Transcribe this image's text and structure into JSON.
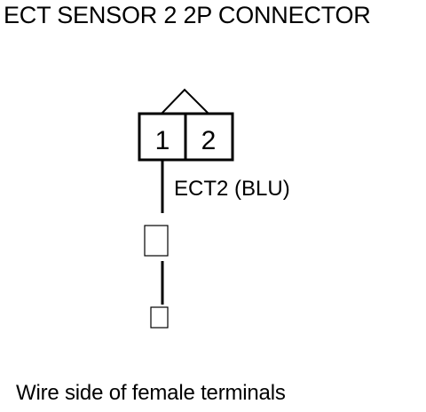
{
  "title": "ECT SENSOR 2 2P CONNECTOR",
  "connector": {
    "pins": [
      "1",
      "2"
    ]
  },
  "wire_label": "ECT2 (BLU)",
  "caption": "Wire side of female terminals"
}
